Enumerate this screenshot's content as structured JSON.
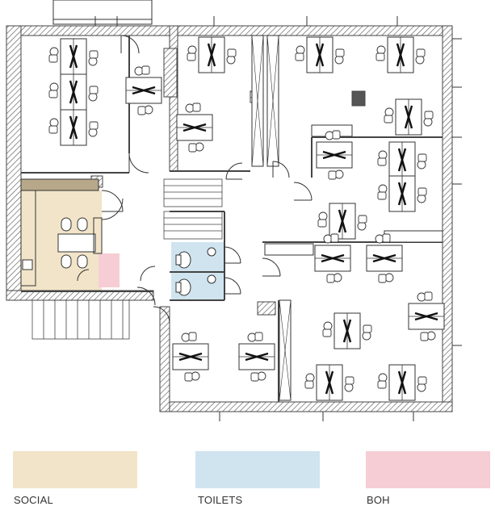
{
  "legend": {
    "items": [
      {
        "label": "SOCIAL",
        "color": "#F2E4C8"
      },
      {
        "label": "TOILETS",
        "color": "#CFE4EF"
      },
      {
        "label": "BOH",
        "color": "#F6CDD5"
      }
    ]
  },
  "plan": {
    "zone_colors": {
      "social": "#F2E4C8",
      "toilets": "#CFE4EF",
      "boh": "#F6CDD5"
    },
    "wall_color": "#555555",
    "line_color": "#333333"
  }
}
